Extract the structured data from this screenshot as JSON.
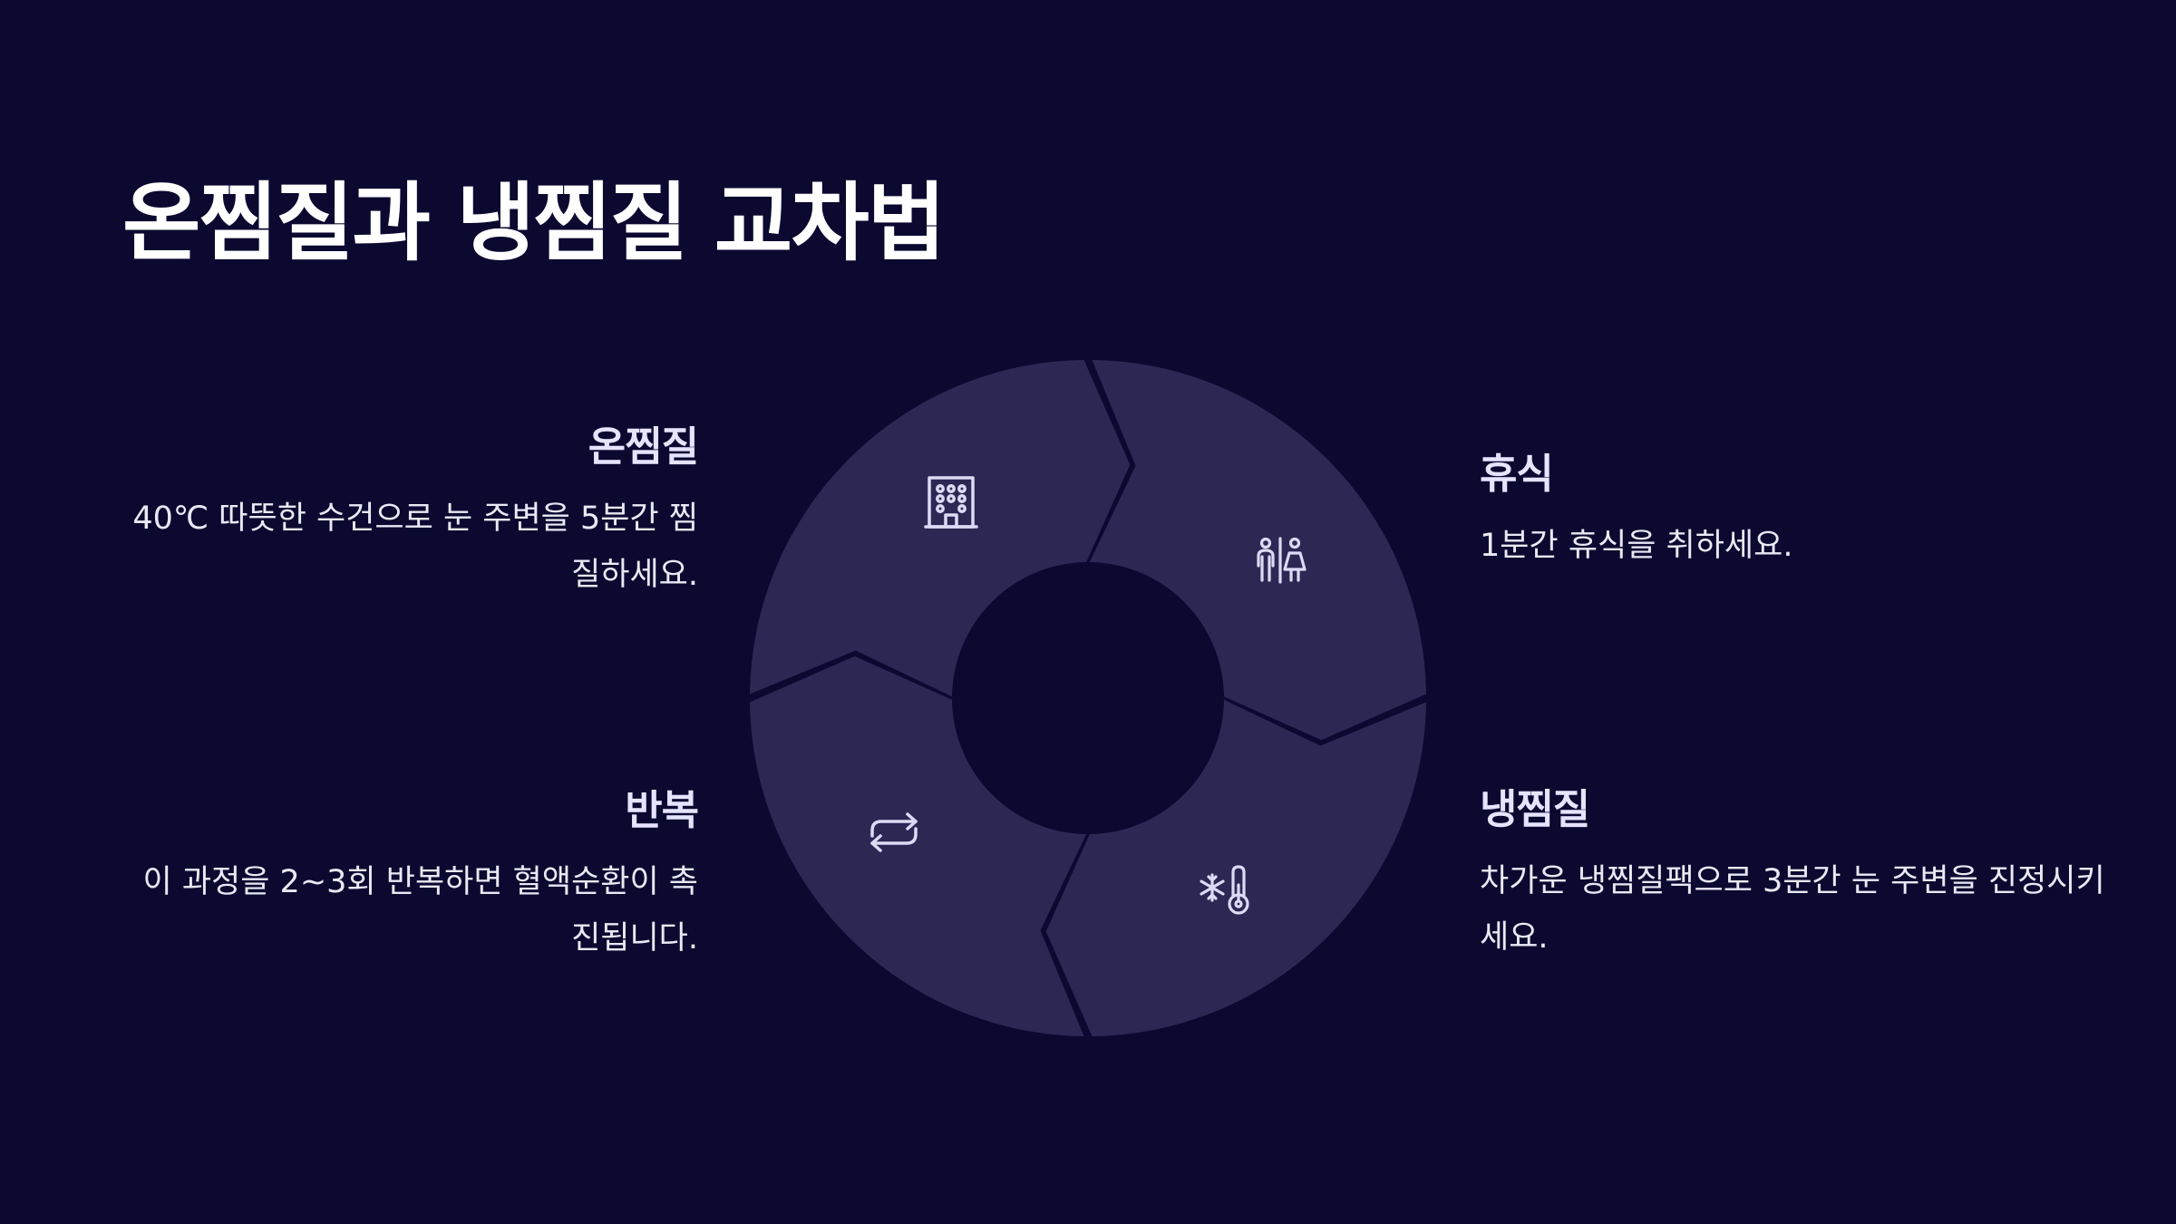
{
  "title": "온찜질과 냉찜질 교차법",
  "colors": {
    "background": "#0b0930",
    "segment": "#2b2854",
    "icon": "#dcdaf5"
  },
  "steps": [
    {
      "heading": "온찜질",
      "text": "40℃ 따뜻한 수건으로 눈 주변을 5분간 찜질하세요.",
      "icon": "building-icon"
    },
    {
      "heading": "휴식",
      "text": "1분간 휴식을 취하세요.",
      "icon": "restroom-icon"
    },
    {
      "heading": "냉찜질",
      "text": "차가운 냉찜질팩으로 3분간 눈 주변을 진정시키세요.",
      "icon": "snowflake-thermometer-icon"
    },
    {
      "heading": "반복",
      "text": "이 과정을 2~3회 반복하면 혈액순환이 촉진됩니다.",
      "icon": "repeat-arrows-icon"
    }
  ]
}
